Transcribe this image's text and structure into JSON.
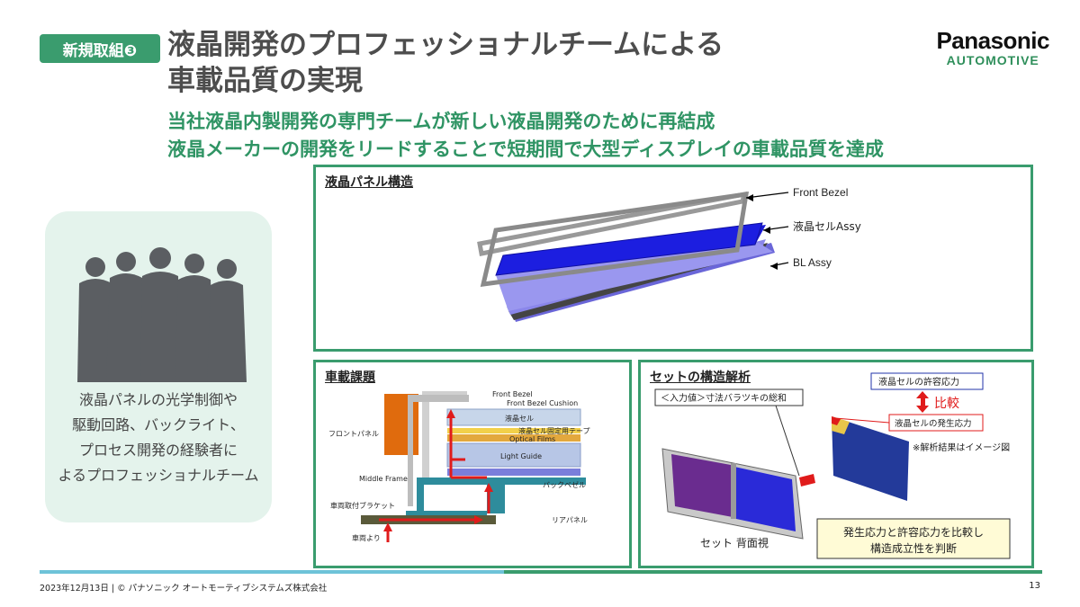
{
  "header": {
    "tag": "新規取組❸",
    "title_line1": "液晶開発のプロフェッショナルチームによる",
    "title_line2": "車載品質の実現"
  },
  "logo": {
    "brand": "Panasonic",
    "sub": "AUTOMOTIVE"
  },
  "lead": {
    "line1": "当社液晶内製開発の専門チームが新しい液晶開発のために再結成",
    "line2": "液晶メーカーの開発をリードすることで短期間で大型ディスプレイの車載品質を達成"
  },
  "team": {
    "caption": [
      "液晶パネルの光学制御や",
      "駆動回路、バックライト、",
      "プロセス開発の経験者に",
      "よるプロフェッショナルチーム"
    ]
  },
  "panel_structure": {
    "heading": "液晶パネル構造",
    "labels": {
      "bezel": "Front Bezel",
      "cell": "液晶セルAssy",
      "bl": "BL Assy"
    }
  },
  "vehicle_issues": {
    "heading": "車載課題",
    "labels": {
      "front_bezel": "Front Bezel",
      "cushion": "Front Bezel Cushion",
      "lc_cell": "液晶セル",
      "tape": "液晶セル固定用テープ",
      "optical": "Optical Films",
      "light_guide": "Light Guide",
      "front_panel": "フロントパネル",
      "middle_frame": "Middle Frame",
      "back_bezel": "バックベゼル",
      "bracket": "車両取付ブラケット",
      "rear_panel": "リアパネル",
      "from_vehicle": "車両より"
    }
  },
  "analysis": {
    "heading": "セットの構造解析",
    "input_label": "＜入力値＞寸法バラツキの総和",
    "allowable": "液晶セルの許容応力",
    "compare": "比較",
    "generated": "液晶セルの発生応力",
    "note": "※解析結果はイメージ図",
    "rear_view": "セット 背面視",
    "conclusion_line1": "発生応力と許容応力を比較し",
    "conclusion_line2": "構造成立性を判断"
  },
  "footer": {
    "text": "2023年12月13日 | © パナソニック オートモーティブシステムズ株式会社",
    "page": "13"
  },
  "colors": {
    "green": "#3a9c6e",
    "lead_green": "#2f9464",
    "cell_blue": "#1a1ad6",
    "bl_lavender": "#8a86ea",
    "orange": "#e06b0d",
    "teal": "#2e8c9c",
    "red": "#e01b1b"
  }
}
